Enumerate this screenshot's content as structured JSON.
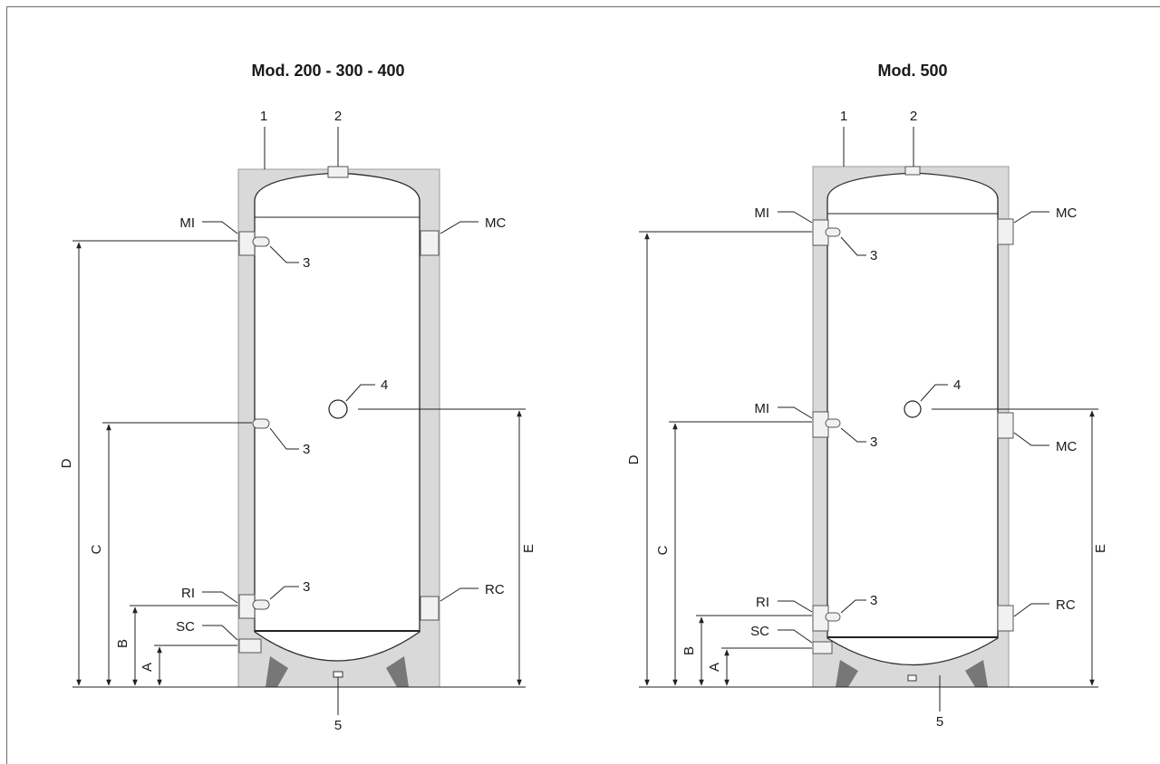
{
  "diagrams": [
    {
      "title": "Mod. 200 - 300 - 400",
      "callouts": {
        "c1": "1",
        "c2": "2",
        "c3a": "3",
        "c3b": "3",
        "c3c": "3",
        "c4": "4",
        "c5": "5"
      },
      "ports": {
        "mi": "MI",
        "mc": "MC",
        "ri": "RI",
        "rc": "RC",
        "sc": "SC"
      },
      "dims": {
        "a": "A",
        "b": "B",
        "c": "C",
        "d": "D",
        "e": "E"
      }
    },
    {
      "title": "Mod. 500",
      "callouts": {
        "c1": "1",
        "c2": "2",
        "c3a": "3",
        "c3b": "3",
        "c3c": "3",
        "c4": "4",
        "c5": "5"
      },
      "ports": {
        "mi1": "MI",
        "mi2": "MI",
        "mc1": "MC",
        "mc2": "MC",
        "ri": "RI",
        "rc": "RC",
        "sc": "SC"
      },
      "dims": {
        "a": "A",
        "b": "B",
        "c": "C",
        "d": "D",
        "e": "E"
      }
    }
  ]
}
